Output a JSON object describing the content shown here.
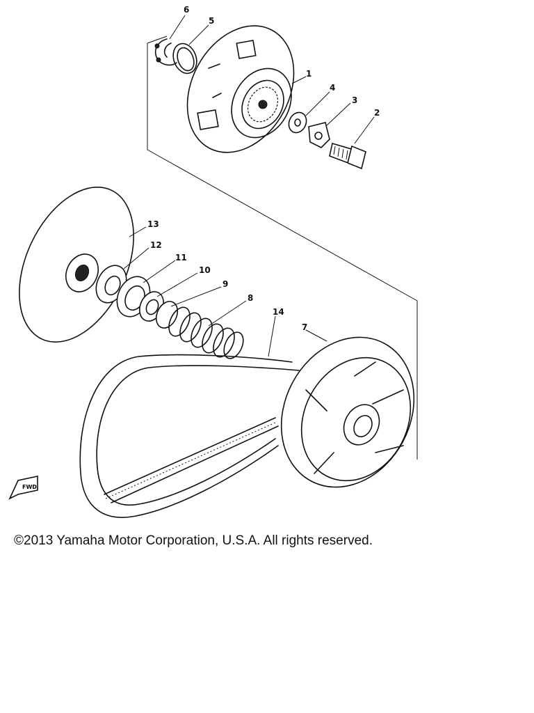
{
  "diagram": {
    "callouts": {
      "p1": "1",
      "p2": "2",
      "p3": "3",
      "p4": "4",
      "p5": "5",
      "p6": "6",
      "p7": "7",
      "p8": "8",
      "p9": "9",
      "p10": "10",
      "p11": "11",
      "p12": "12",
      "p13": "13",
      "p14": "14"
    },
    "fwd_label": "FWD"
  },
  "footer": {
    "copyright": "©2013 Yamaha Motor Corporation, U.S.A. All rights reserved."
  }
}
